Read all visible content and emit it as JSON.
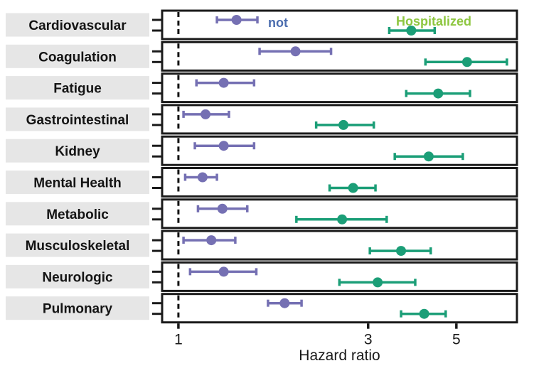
{
  "chart_data": {
    "type": "scatter",
    "subtype": "faceted-forest-plot-with-error-bars",
    "title": "",
    "xlabel": "Hazard ratio",
    "x_scale": "log",
    "x_domain": [
      0.91,
      7.1
    ],
    "x_ticks": [
      1,
      3,
      5
    ],
    "reference_line_x": 1,
    "grid": false,
    "legend_position": "inside-first-panel",
    "categories": [
      "Cardiovascular",
      "Coagulation",
      "Fatigue",
      "Gastrointestinal",
      "Kidney",
      "Mental Health",
      "Metabolic",
      "Musculoskeletal",
      "Neurologic",
      "Pulmonary"
    ],
    "series": [
      {
        "name": "not hospitalized",
        "label": "not",
        "color": "#7570b3",
        "label_color": "#4a6cae",
        "values": [
          {
            "category": "Cardiovascular",
            "est": 1.4,
            "lo": 1.25,
            "hi": 1.58
          },
          {
            "category": "Coagulation",
            "est": 1.97,
            "lo": 1.6,
            "hi": 2.42
          },
          {
            "category": "Fatigue",
            "est": 1.3,
            "lo": 1.11,
            "hi": 1.55
          },
          {
            "category": "Gastrointestinal",
            "est": 1.17,
            "lo": 1.03,
            "hi": 1.34
          },
          {
            "category": "Kidney",
            "est": 1.3,
            "lo": 1.1,
            "hi": 1.55
          },
          {
            "category": "Mental Health",
            "est": 1.15,
            "lo": 1.04,
            "hi": 1.25
          },
          {
            "category": "Metabolic",
            "est": 1.29,
            "lo": 1.12,
            "hi": 1.49
          },
          {
            "category": "Musculoskeletal",
            "est": 1.21,
            "lo": 1.03,
            "hi": 1.39
          },
          {
            "category": "Neurologic",
            "est": 1.3,
            "lo": 1.07,
            "hi": 1.57
          },
          {
            "category": "Pulmonary",
            "est": 1.85,
            "lo": 1.68,
            "hi": 2.04
          }
        ]
      },
      {
        "name": "Hospitalized",
        "label": "Hospitalized",
        "color": "#1b9e77",
        "label_color": "#8dc63f",
        "values": [
          {
            "category": "Cardiovascular",
            "est": 3.85,
            "lo": 3.39,
            "hi": 4.41
          },
          {
            "category": "Coagulation",
            "est": 5.32,
            "lo": 4.18,
            "hi": 6.7
          },
          {
            "category": "Fatigue",
            "est": 4.5,
            "lo": 3.74,
            "hi": 5.41
          },
          {
            "category": "Gastrointestinal",
            "est": 2.6,
            "lo": 2.22,
            "hi": 3.1
          },
          {
            "category": "Kidney",
            "est": 4.26,
            "lo": 3.5,
            "hi": 5.19
          },
          {
            "category": "Mental Health",
            "est": 2.75,
            "lo": 2.4,
            "hi": 3.13
          },
          {
            "category": "Metabolic",
            "est": 2.58,
            "lo": 1.98,
            "hi": 3.34
          },
          {
            "category": "Musculoskeletal",
            "est": 3.63,
            "lo": 3.03,
            "hi": 4.31
          },
          {
            "category": "Neurologic",
            "est": 3.17,
            "lo": 2.54,
            "hi": 3.94
          },
          {
            "category": "Pulmonary",
            "est": 4.15,
            "lo": 3.63,
            "hi": 4.7
          }
        ]
      }
    ],
    "colors": {
      "panel_border": "#1a1a1a",
      "strip_background": "#e6e6e6",
      "strip_text": "#141414",
      "axis_text": "#1a1a1a",
      "reference_line": "#111111",
      "background": "#ffffff"
    }
  }
}
